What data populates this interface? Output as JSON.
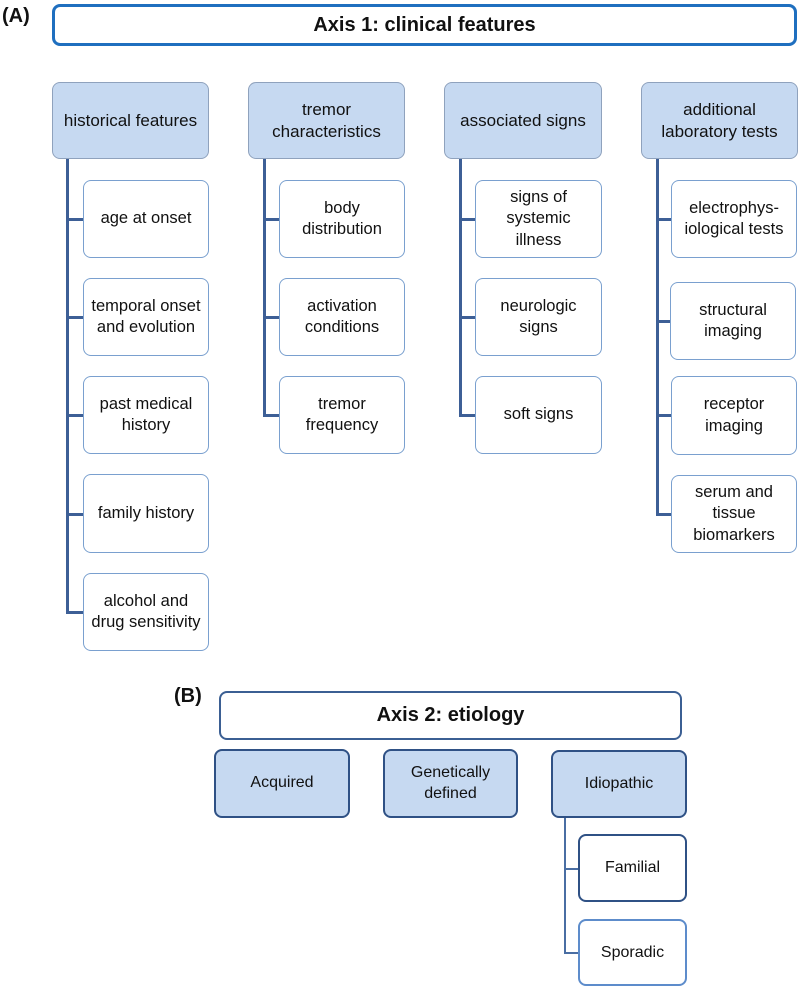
{
  "panel_a": {
    "label": "(A)",
    "title": "Axis 1: clinical features",
    "categories": [
      {
        "label": "historical features",
        "items": [
          "age at onset",
          "temporal onset and evolution",
          "past medical history",
          "family history",
          "alcohol and drug sensitivity"
        ]
      },
      {
        "label": "tremor characteristics",
        "items": [
          "body distribution",
          "activation conditions",
          "tremor frequency"
        ]
      },
      {
        "label": "associated signs",
        "items": [
          "signs of systemic illness",
          "neurologic signs",
          "soft signs"
        ]
      },
      {
        "label": "additional laboratory tests",
        "items": [
          "electrophys-iological tests",
          "structural imaging",
          "receptor imaging",
          "serum and tissue biomarkers"
        ]
      }
    ]
  },
  "panel_b": {
    "label": "(B)",
    "title": "Axis 2: etiology",
    "categories": [
      {
        "label": "Acquired",
        "items": []
      },
      {
        "label": "Genetically defined",
        "items": []
      },
      {
        "label": "Idiopathic",
        "items": [
          "Familial",
          "Sporadic"
        ]
      }
    ]
  },
  "colors": {
    "header_fill": "#c6d9f1",
    "axis1_border": "#1f6fbf",
    "connector": "#3d5f96",
    "child_border": "#7aa0cf"
  }
}
